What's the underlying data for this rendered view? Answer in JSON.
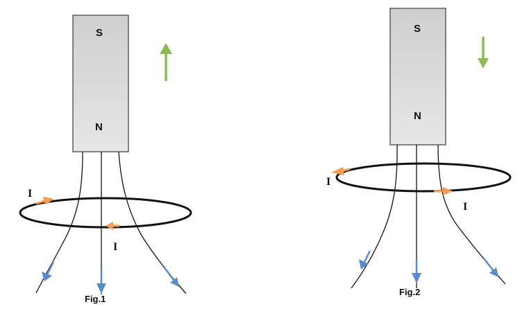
{
  "colors": {
    "magnet_top": "#c9c9c9",
    "magnet_bottom": "#e4e4e4",
    "motion_arrow": "#8db857",
    "current_arrow": "#f39c54",
    "field_arrow": "#5b8cc9",
    "line": "#111111"
  },
  "figures": [
    {
      "caption": "Fig.1",
      "magnet": {
        "top_pole": "S",
        "bottom_pole": "N"
      },
      "motion": "up",
      "current_label_1": "I",
      "current_label_2": "I"
    },
    {
      "caption": "Fig.2",
      "magnet": {
        "top_pole": "S",
        "bottom_pole": "N"
      },
      "motion": "down",
      "current_label_1": "I",
      "current_label_2": "I"
    }
  ]
}
